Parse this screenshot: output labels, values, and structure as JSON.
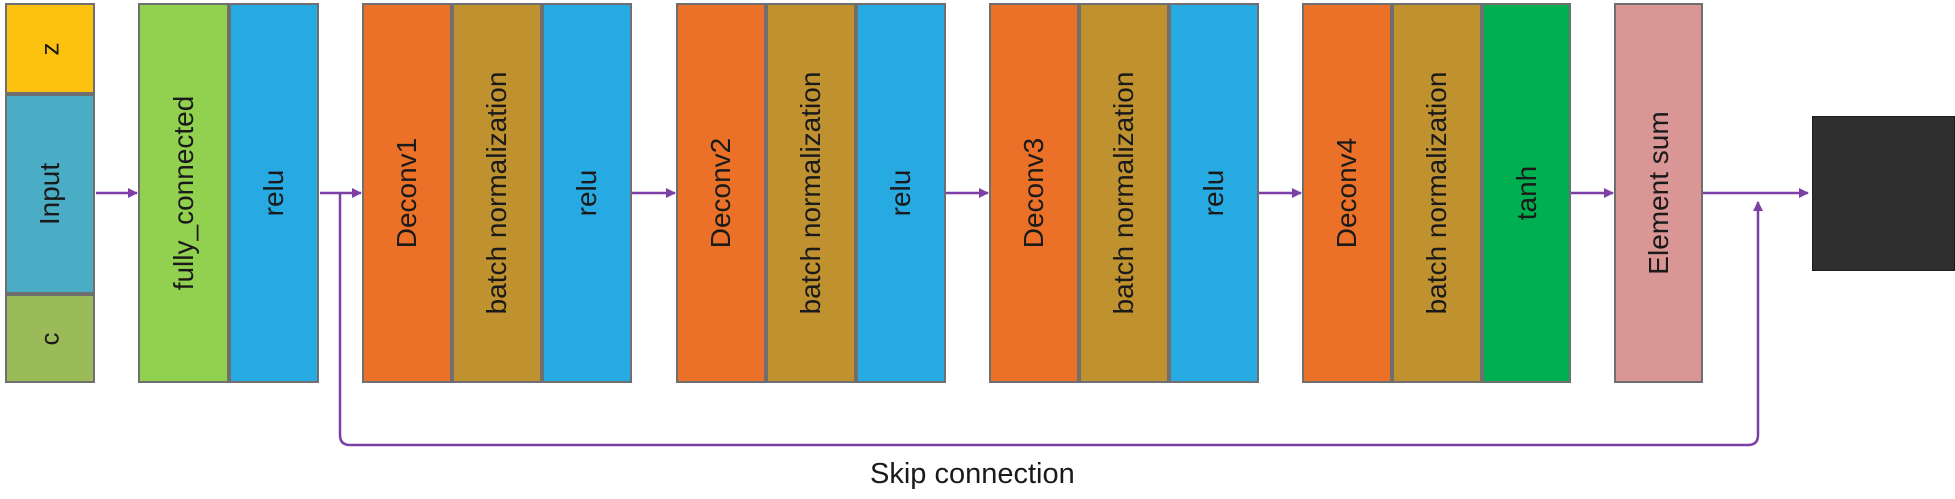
{
  "input": {
    "z_label": "z",
    "main_label": "Input",
    "c_label": "c"
  },
  "blocks": {
    "fully_connected": "fully_connected",
    "relu_0": "relu",
    "deconv1": "Deconv1",
    "bn1": "batch normalization",
    "relu_1": "relu",
    "deconv2": "Deconv2",
    "bn2": "batch normalization",
    "relu_2": "relu",
    "deconv3": "Deconv3",
    "bn3": "batch normalization",
    "relu_3": "relu",
    "deconv4": "Deconv4",
    "bn4": "batch normalization",
    "tanh": "tanh",
    "element_sum": "Element sum"
  },
  "skip_label": "Skip connection",
  "colors": {
    "z": "#FDC20F",
    "input": "#4BACC6",
    "c": "#9BBB59",
    "fully_connected": "#92D050",
    "relu": "#27A9E1",
    "deconv": "#EA7127",
    "batch_norm": "#C0922F",
    "tanh": "#00B050",
    "element_sum": "#D99694",
    "arrow": "#7030A0",
    "output_image": "#2F2F2F"
  }
}
